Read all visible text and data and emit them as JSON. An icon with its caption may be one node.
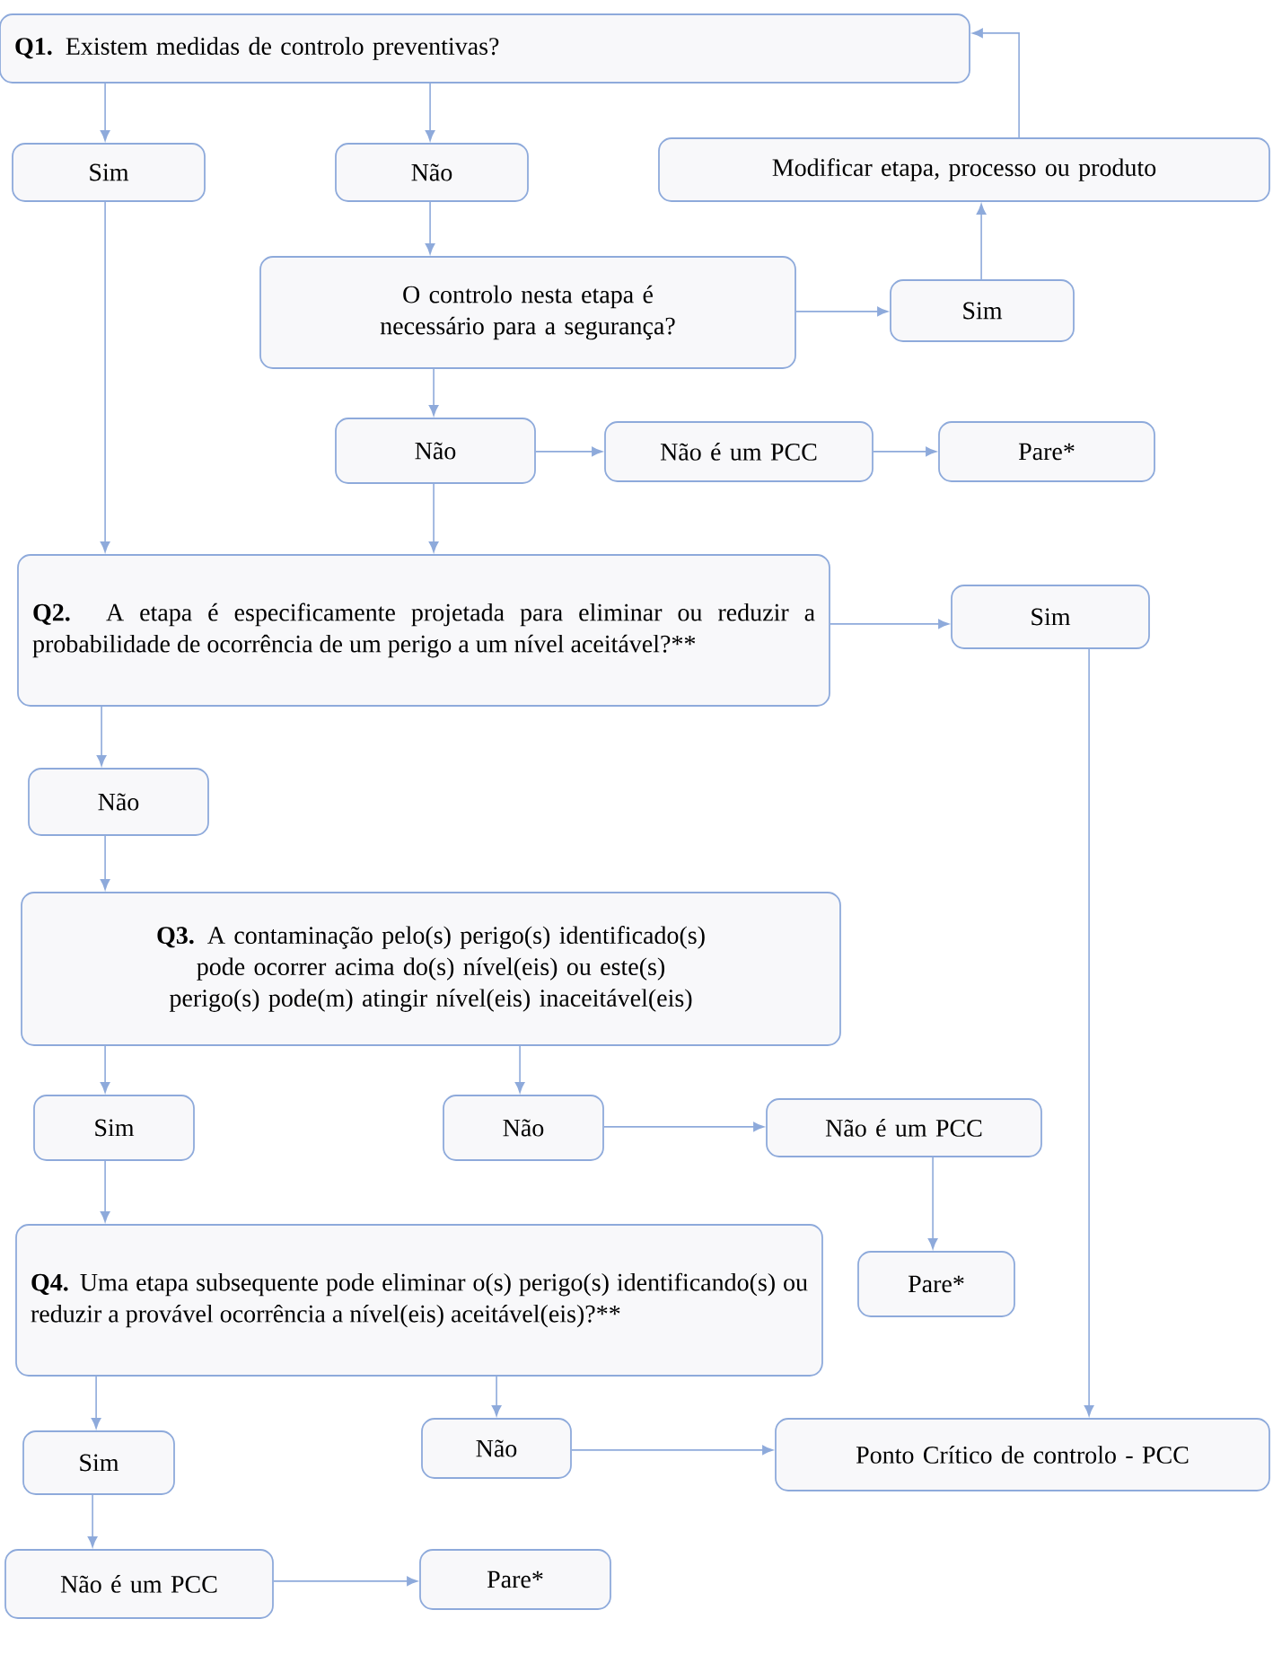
{
  "diagram": {
    "nodes": [
      {
        "text": [
          "**Q1.** Existem medidas de controlo preventivas?"
        ]
      },
      {
        "text": [
          "Sim"
        ]
      },
      {
        "text": [
          "Não"
        ]
      },
      {
        "text": [
          "Modificar etapa, processo ou produto"
        ]
      },
      {
        "text": [
          "O controlo nesta etapa é necessário para a segurança?"
        ]
      },
      {
        "text": [
          "Sim"
        ]
      },
      {
        "text": [
          "Não"
        ]
      },
      {
        "text": [
          "Não é um PCC"
        ]
      },
      {
        "text": [
          "Pare*"
        ]
      },
      {
        "text": [
          "**Q2.** A etapa é especificamente projetada para eliminar ou reduzir a probabilidade de ocorrência de um perigo a um nível aceitável?**"
        ]
      },
      {
        "text": [
          "Sim"
        ]
      },
      {
        "text": [
          "Não"
        ]
      },
      {
        "text": [
          "**Q3.** A contaminação pelo(s) perigo(s) identificado(s) pode ocorrer acima do(s) nível(eis) ou este(s) perigo(s) pode(m) atingir nível(eis) inaceitável(eis)"
        ]
      },
      {
        "text": [
          "Sim"
        ]
      },
      {
        "text": [
          "Não"
        ]
      },
      {
        "text": [
          "Não é um PCC"
        ]
      },
      {
        "text": [
          "Pare*"
        ]
      },
      {
        "text": [
          "**Q4.** Uma etapa subsequente pode eliminar o(s) perigo(s) identificando(s) ou reduzir a provável ocorrência a nível(eis) aceitável(eis)?**"
        ]
      },
      {
        "text": [
          "Sim"
        ]
      },
      {
        "text": [
          "Não"
        ]
      },
      {
        "text": [
          "Ponto Crítico de controlo - PCC"
        ]
      },
      {
        "text": [
          "Não é um PCC"
        ]
      },
      {
        "text": [
          "Pare*"
        ]
      }
    ],
    "edges": [
      {
        "from": 0,
        "to": 1,
        "arrow": "to"
      },
      {
        "from": 0,
        "to": 2,
        "arrow": "to"
      },
      {
        "from": 2,
        "to": 4,
        "arrow": "to"
      },
      {
        "from": 4,
        "to": 5,
        "arrow": "to"
      },
      {
        "from": 5,
        "to": 3,
        "arrow": "to"
      },
      {
        "from": 3,
        "to": 0,
        "arrow": "to"
      },
      {
        "from": 4,
        "to": 6,
        "arrow": "to"
      },
      {
        "from": 6,
        "to": 7,
        "arrow": "to"
      },
      {
        "from": 7,
        "to": 8,
        "arrow": "to"
      },
      {
        "from": 1,
        "to": 9,
        "arrow": "to"
      },
      {
        "from": 6,
        "to": 9,
        "arrow": "to"
      },
      {
        "from": 9,
        "to": 10,
        "arrow": "to"
      },
      {
        "from": 9,
        "to": 11,
        "arrow": "to"
      },
      {
        "from": 11,
        "to": 12,
        "arrow": "to"
      },
      {
        "from": 12,
        "to": 13,
        "arrow": "to"
      },
      {
        "from": 12,
        "to": 14,
        "arrow": "to"
      },
      {
        "from": 14,
        "to": 15,
        "arrow": "to"
      },
      {
        "from": 15,
        "to": 16,
        "arrow": "to"
      },
      {
        "from": 13,
        "to": 17,
        "arrow": "to"
      },
      {
        "from": 10,
        "to": 20,
        "arrow": "to"
      },
      {
        "from": 17,
        "to": 18,
        "arrow": "to"
      },
      {
        "from": 17,
        "to": 19,
        "arrow": "to"
      },
      {
        "from": 19,
        "to": 20,
        "arrow": "to"
      },
      {
        "from": 18,
        "to": 21,
        "arrow": "to"
      },
      {
        "from": 21,
        "to": 22,
        "arrow": "to"
      }
    ]
  }
}
